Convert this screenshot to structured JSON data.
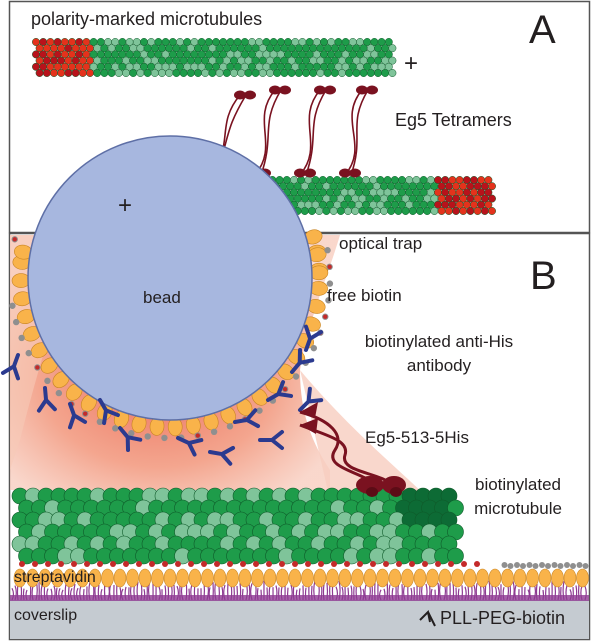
{
  "panel_a": {
    "letter": "A",
    "title": "polarity-marked microtubules",
    "plus_top": "+",
    "plus_bottom": "+",
    "motor_label": "Eg5 Tetramers"
  },
  "panel_b": {
    "letter": "B",
    "optical_trap": "optical trap",
    "bead": "bead",
    "free_biotin": "free biotin",
    "antibody_line1": "biotinylated anti-His",
    "antibody_line2": "antibody",
    "motor_construct": "Eg5-513-5His",
    "microtubule_line1": "biotinylated",
    "microtubule_line2": "microtubule",
    "streptavidin": "streptavidin",
    "coverslip": "coverslip",
    "pll_peg_biotin": "PLL-PEG-biotin"
  },
  "colors": {
    "tubulin_green": "#1e9c4a",
    "tubulin_light": "#7fc49a",
    "seed_red": "#e4321c",
    "motor_dark_red": "#7a1220",
    "antibody_blue": "#2b3a8f",
    "streptavidin_orange": "#f9b34a",
    "bead_blue": "#a7b7df",
    "trap_salmon": "#f08a6c",
    "peg_purple": "#8e3a92",
    "coverslip_gray": "#c5cbd1",
    "biotin_gray": "#8f8f8f"
  }
}
